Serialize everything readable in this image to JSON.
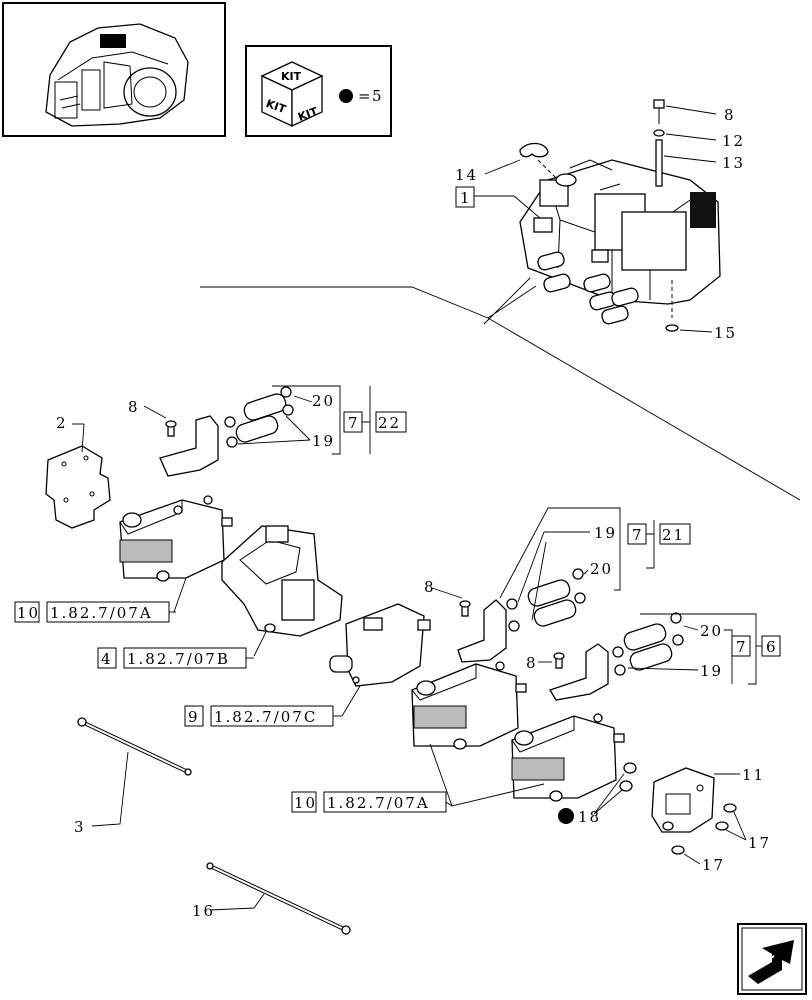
{
  "kit_legend": {
    "kit_word": "KIT",
    "equals": "=",
    "quantity": "5"
  },
  "callouts": {
    "c1": "1",
    "c2": "2",
    "c3": "3",
    "c6": "6",
    "c7a": "7",
    "c7b": "7",
    "c7c": "7",
    "c8a": "8",
    "c8b": "8",
    "c8c": "8",
    "c8d": "8",
    "c11": "11",
    "c12": "12",
    "c13": "13",
    "c14": "14",
    "c15": "15",
    "c16": "16",
    "c17a": "17",
    "c17b": "17",
    "c18": "18",
    "c19a": "19",
    "c19b": "19",
    "c19c": "19",
    "c20a": "20",
    "c20b": "20",
    "c20c": "20",
    "c21": "21",
    "c22": "22"
  },
  "references": [
    {
      "num": "10",
      "ref": "1.82.7/07A"
    },
    {
      "num": "4",
      "ref": "1.82.7/07B"
    },
    {
      "num": "9",
      "ref": "1.82.7/07C"
    },
    {
      "num": "10",
      "ref": "1.82.7/07A"
    }
  ],
  "icons": [
    "tractor-housing-thumbnail-icon",
    "kit-box-icon",
    "kit-dot-icon",
    "next-page-arrow-icon"
  ]
}
